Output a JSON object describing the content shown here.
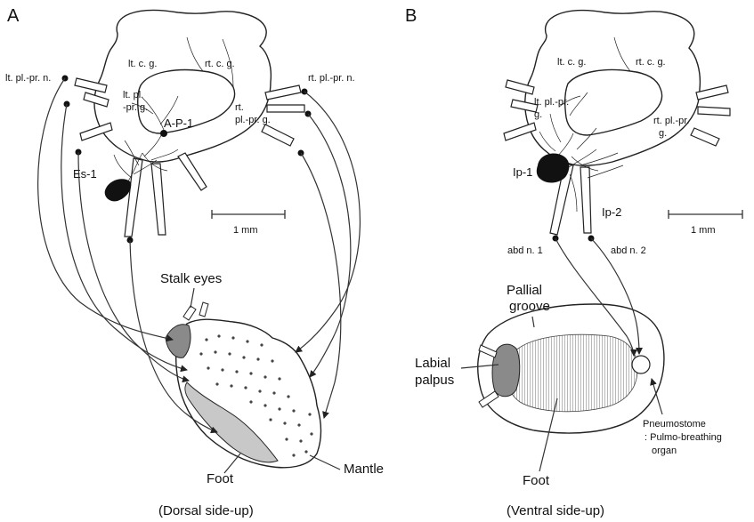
{
  "panel_a": {
    "letter": "A",
    "ganglia": {
      "lt_cg": "lt. c. g.",
      "rt_cg": "rt. c. g.",
      "lt_plpr_g_line1": "lt. pl.",
      "lt_plpr_g_line2": "-pr. g.",
      "rt_plpr_g_line1": "rt.",
      "rt_plpr_g_line2": "pl.-pr. g."
    },
    "nerves": {
      "lt_plpr_n": "lt. pl.-pr. n.",
      "rt_plpr_n": "rt. pl.-pr. n."
    },
    "neurons": {
      "es1": "Es-1",
      "ap1": "A-P-1"
    },
    "scale_bar": "1  mm",
    "body_labels": {
      "stalk_eyes": "Stalk  eyes",
      "foot": "Foot",
      "mantle": "Mantle",
      "orientation": "(Dorsal side-up)"
    }
  },
  "panel_b": {
    "letter": "B",
    "ganglia": {
      "lt_cg": "lt. c. g.",
      "rt_cg": "rt. c. g.",
      "lt_plpr_g_line1": "lt. pl.-pr.",
      "lt_plpr_g_line2": "g.",
      "rt_plpr_g_line1": "rt. pl.-pr.",
      "rt_plpr_g_line2": "g."
    },
    "neurons": {
      "ip1": "Ip-1",
      "ip2": "Ip-2"
    },
    "nerves": {
      "abd_n1": "abd n. 1",
      "abd_n2": "abd n. 2"
    },
    "scale_bar": "1  mm",
    "body_labels": {
      "pallial_line1": "Pallial",
      "pallial_line2": "groove",
      "labial_line1": "Labial",
      "labial_line2": "palpus",
      "foot": "Foot",
      "pneumo_line1": "Pneumostome",
      "pneumo_line2": ": Pulmo-breathing",
      "pneumo_line3": "organ",
      "orientation": "(Ventral side-up)"
    }
  },
  "colors": {
    "line": "#222222",
    "neuron_fill": "#111111",
    "gray_tissue": "#8a8a8a",
    "light_tissue": "#c8c8c8"
  }
}
